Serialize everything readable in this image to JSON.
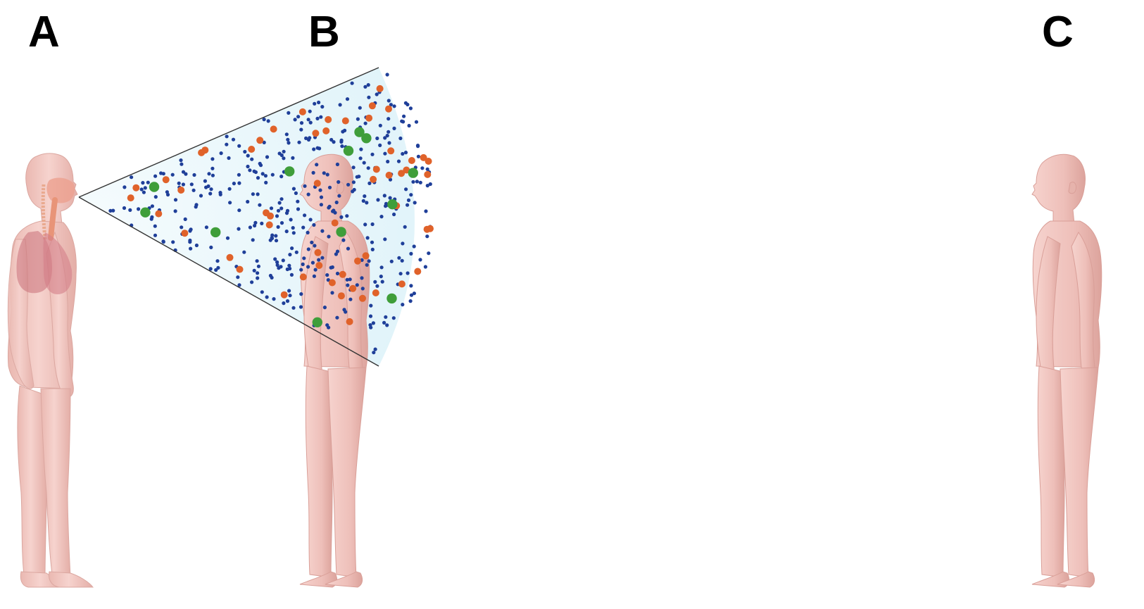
{
  "labels": {
    "a": "A",
    "b": "B",
    "c": "C"
  },
  "figures": {
    "a": {
      "description_icon": "human-figure-with-respiratory-anatomy-icon",
      "facing": "right"
    },
    "b": {
      "description_icon": "human-figure-icon",
      "facing": "left"
    },
    "c": {
      "description_icon": "human-figure-icon",
      "facing": "left"
    }
  },
  "spray": {
    "particle_types": [
      {
        "name": "small",
        "color": "#1f3f99",
        "count": 420
      },
      {
        "name": "medium",
        "color": "#e0622a",
        "count": 55
      },
      {
        "name": "large",
        "color": "#3f9e3a",
        "count": 12
      }
    ],
    "fill_color": "#e6f6fb"
  },
  "colors": {
    "skin": "#f2c9c3",
    "skin_shadow": "#e0aaa3",
    "lung": "#d9828a",
    "airway": "#e8947a",
    "cone_edge": "#333333"
  }
}
